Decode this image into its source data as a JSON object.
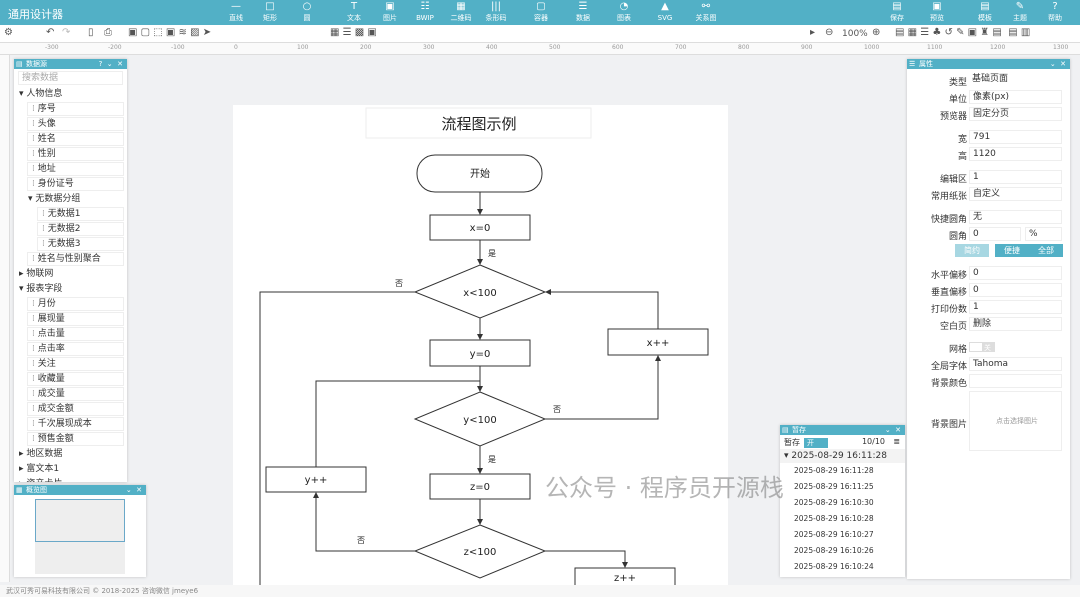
{
  "app": {
    "title": "通用设计器",
    "icon": "cube-icon"
  },
  "topbar": {
    "tools": [
      {
        "label": "直线",
        "icon": "line-icon"
      },
      {
        "label": "矩形",
        "icon": "rect-icon"
      },
      {
        "label": "圆",
        "icon": "circle-icon"
      },
      {
        "label": "文本",
        "icon": "text-icon"
      },
      {
        "label": "图片",
        "icon": "image-icon"
      },
      {
        "label": "BWIP",
        "icon": "bwip-icon"
      },
      {
        "label": "二维码",
        "icon": "qrcode-icon"
      },
      {
        "label": "条形码",
        "icon": "barcode-icon"
      },
      {
        "label": "容器",
        "icon": "container-icon"
      },
      {
        "label": "数据",
        "icon": "data-icon"
      },
      {
        "label": "图表",
        "icon": "chart-icon"
      },
      {
        "label": "SVG",
        "icon": "svg-icon"
      },
      {
        "label": "关系图",
        "icon": "relation-icon"
      }
    ],
    "right": [
      {
        "label": "保存",
        "icon": "save-icon"
      },
      {
        "label": "预览",
        "icon": "preview-icon"
      },
      {
        "label": "模板",
        "icon": "template-icon"
      },
      {
        "label": "主题",
        "icon": "theme-icon"
      },
      {
        "label": "帮助",
        "icon": "help-icon"
      }
    ]
  },
  "toolbar": {
    "zoom": "100%"
  },
  "ruler": [
    "-300",
    "-200",
    "-100",
    "0",
    "100",
    "200",
    "300",
    "400",
    "500",
    "600",
    "700",
    "800",
    "900",
    "1000",
    "1100",
    "1200",
    "1300"
  ],
  "datasource": {
    "title": "数据源",
    "search_placeholder": "搜索数据",
    "tree": [
      {
        "label": "人物信息",
        "type": "group",
        "expanded": true
      },
      {
        "label": "序号"
      },
      {
        "label": "头像"
      },
      {
        "label": "姓名"
      },
      {
        "label": "性别"
      },
      {
        "label": "地址"
      },
      {
        "label": "身份证号"
      },
      {
        "label": "无数据分组",
        "type": "subgroup",
        "expanded": true
      },
      {
        "label": "无数据1",
        "sub": true
      },
      {
        "label": "无数据2",
        "sub": true
      },
      {
        "label": "无数据3",
        "sub": true
      },
      {
        "label": "姓名与性别聚合"
      },
      {
        "label": "物联网",
        "type": "group",
        "expanded": false
      },
      {
        "label": "报表字段",
        "type": "group",
        "expanded": true
      },
      {
        "label": "月份"
      },
      {
        "label": "展现量"
      },
      {
        "label": "点击量"
      },
      {
        "label": "点击率"
      },
      {
        "label": "关注"
      },
      {
        "label": "收藏量"
      },
      {
        "label": "成交量"
      },
      {
        "label": "成交金额"
      },
      {
        "label": "千次展现成本"
      },
      {
        "label": "预售金额"
      },
      {
        "label": "地区数据",
        "type": "group",
        "expanded": false
      },
      {
        "label": "富文本1",
        "type": "group",
        "expanded": false
      },
      {
        "label": "资产卡片",
        "type": "group",
        "expanded": false
      }
    ]
  },
  "overview": {
    "title": "概览图"
  },
  "flowchart": {
    "title": "流程图示例",
    "start": "开始",
    "x0": "x=0",
    "xcond": "x<100",
    "y0": "y=0",
    "xinc": "x++",
    "ycond": "y<100",
    "yinc": "y++",
    "z0": "z=0",
    "zcond": "z<100",
    "zinc": "z++",
    "yes": "是",
    "no": "否"
  },
  "properties": {
    "title": "属性",
    "rows": [
      {
        "label": "类型",
        "value": "基础页面"
      },
      {
        "label": "单位",
        "value": "像素(px)"
      },
      {
        "label": "预览器",
        "value": "固定分页"
      },
      {
        "label": "宽",
        "value": "791"
      },
      {
        "label": "高",
        "value": "1120"
      },
      {
        "label": "编辑区",
        "value": "1"
      },
      {
        "label": "常用纸张",
        "value": "自定义"
      },
      {
        "label": "快捷圆角",
        "value": "无"
      },
      {
        "label": "圆角",
        "value": "0",
        "unit": "%"
      }
    ],
    "corner_buttons": [
      "简约",
      "便捷",
      "全部"
    ],
    "rows2": [
      {
        "label": "水平偏移",
        "value": "0"
      },
      {
        "label": "垂直偏移",
        "value": "0"
      },
      {
        "label": "打印份数",
        "value": "1"
      },
      {
        "label": "空白页",
        "value": "删除"
      }
    ],
    "grid": {
      "label": "网格",
      "value": "关"
    },
    "font": {
      "label": "全局字体",
      "value": "Tahoma"
    },
    "bgcolor": {
      "label": "背景颜色",
      "value": ""
    },
    "bgimage": {
      "label": "背景图片",
      "placeholder": "点击选择图片"
    }
  },
  "store": {
    "title": "暂存",
    "label": "暂存",
    "toggle": "开",
    "count": "10/10",
    "group": "2025-08-29 16:11:28",
    "items": [
      "2025-08-29 16:11:28",
      "2025-08-29 16:11:25",
      "2025-08-29 16:10:30",
      "2025-08-29 16:10:28",
      "2025-08-29 16:10:27",
      "2025-08-29 16:10:26",
      "2025-08-29 16:10:24"
    ]
  },
  "footer": "武汉可秀可易科技有限公司 © 2018-2025  咨询微信 jmeye6",
  "watermark": "公众号 · 程序员开源栈",
  "colors": {
    "accent": "#52b0c6"
  }
}
